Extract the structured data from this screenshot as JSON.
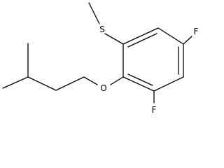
{
  "molecule": {
    "atoms": {
      "sulfur": "S",
      "oxygen": "O",
      "fluorine_right": "F",
      "fluorine_bottom": "F"
    }
  }
}
